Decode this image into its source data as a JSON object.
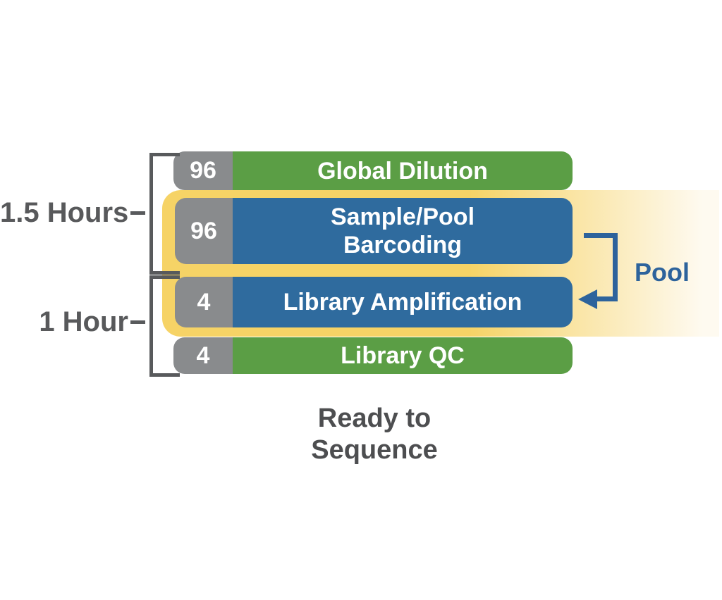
{
  "colors": {
    "green": "#5b9e45",
    "blue": "#2f6b9e",
    "yellow": "#f6d366",
    "yellow_fade": "#fefaf0",
    "gray_box": "#898b8d",
    "bracket": "#585a5c",
    "label_gray": "#58595b",
    "footer_gray": "#4d4e50",
    "pool_blue": "#2d639c",
    "white": "#ffffff"
  },
  "rows": [
    {
      "count": "96",
      "label": "Global Dilution"
    },
    {
      "count": "96",
      "label_line1": "Sample/Pool",
      "label_line2": "Barcoding"
    },
    {
      "count": "4",
      "label": "Library Amplification"
    },
    {
      "count": "4",
      "label": "Library QC"
    }
  ],
  "brackets": [
    {
      "label": "1.5 Hours"
    },
    {
      "label": "1 Hour"
    }
  ],
  "pool_label": "Pool",
  "footer": {
    "line1": "Ready to",
    "line2": "Sequence"
  }
}
